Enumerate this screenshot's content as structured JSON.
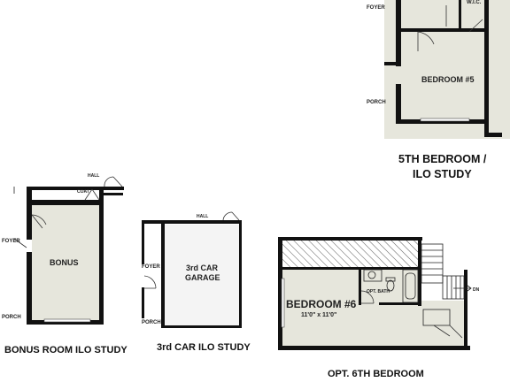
{
  "bedroom5": {
    "caption_line1": "5TH BEDROOM /",
    "caption_line2": "ILO STUDY",
    "room_label": "BEDROOM #5",
    "foyer": "FOYER",
    "porch": "PORCH",
    "wic": "W.I.C."
  },
  "bonus": {
    "caption": "BONUS ROOM ILO STUDY",
    "room_label": "BONUS",
    "hall": "HALL",
    "coat": "COAT",
    "foyer": "FOYER",
    "porch": "PORCH"
  },
  "garage": {
    "caption": "3rd CAR ILO STUDY",
    "room_line1": "3rd CAR",
    "room_line2": "GARAGE",
    "hall": "HALL",
    "foyer": "FOYER",
    "porch": "PORCH"
  },
  "bedroom6": {
    "caption": "OPT. 6TH BEDROOM",
    "room_label": "BEDROOM #6",
    "dimensions": "11'0\" x 11'0\"",
    "bath": "OPT. BATH",
    "dn": "DN"
  },
  "colors": {
    "floor": "#e6e6dc",
    "wall": "#111111"
  }
}
